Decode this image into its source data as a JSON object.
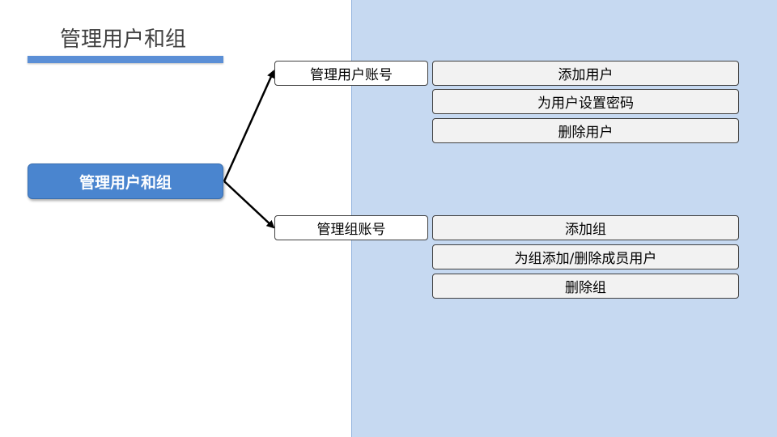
{
  "title": "管理用户和组",
  "root": {
    "label": "管理用户和组"
  },
  "branches": [
    {
      "label": "管理用户账号",
      "children": [
        "添加用户",
        "为用户设置密码",
        "删除用户"
      ]
    },
    {
      "label": "管理组账号",
      "children": [
        "添加组",
        "为组添加/删除成员用户",
        "删除组"
      ]
    }
  ],
  "colors": {
    "accent": "#4a85cf",
    "panel_background": "#c6d9f1",
    "leaf_background": "#f2f2f2"
  }
}
